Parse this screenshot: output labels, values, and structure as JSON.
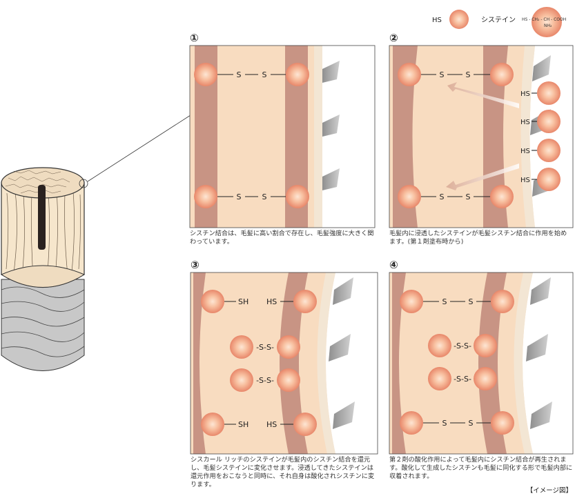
{
  "legend": {
    "hs_label": "HS",
    "cysteine_label": "システイン",
    "formula_main": "HS - CH₂ - CH - COOH",
    "formula_sub": "NH₂"
  },
  "panels": [
    {
      "number": "①",
      "caption": "シスチン結合は、毛髪に高い割合で存在し、毛髪強度に大きく関わっています。"
    },
    {
      "number": "②",
      "caption": "毛髪内に浸透したシステインが毛髪シスチン結合に作用を始めます。(第１剤塗布時から)"
    },
    {
      "number": "③",
      "caption": "シスカール リッチのシステインが毛髪内のシスチン結合を還元し、毛髪システインに変化させます。浸透してきたシステインは還元作用をおこなうと同時に、それ自身は酸化されシスチンに変ります。"
    },
    {
      "number": "④",
      "caption": "第２剤の酸化作用によって毛髪内にシスチン結合が再生されます。酸化して生成したシスチンも毛髪に同化する形で毛髪内部に収着されます。"
    }
  ],
  "labels": {
    "s": "S",
    "sh": "SH",
    "hs": "HS",
    "ss_dash": "-S-S-"
  },
  "footer": "【イメージ図】"
}
